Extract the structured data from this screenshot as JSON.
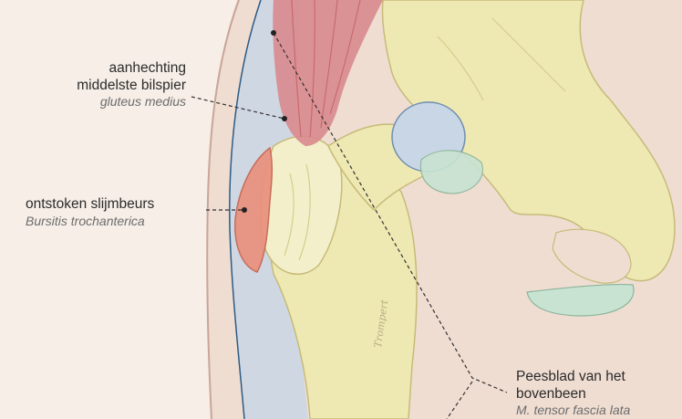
{
  "labels": {
    "gluteus": {
      "main_line1": "aanhechting",
      "main_line2": "middelste bilspier",
      "latin": "gluteus medius"
    },
    "bursa": {
      "main": "ontstoken slijmbeurs",
      "latin": "Bursitis trochanterica"
    },
    "fascia": {
      "main_line1": "Peesblad van het",
      "main_line2": "bovenbeen",
      "latin": "M. tensor fascia lata"
    }
  },
  "signature": "Trompert",
  "colors": {
    "background": "#f6eee7",
    "skin": "#efddd2",
    "bone": "#eee8b3",
    "bone_shadow": "#d6cd8c",
    "muscle": "#d98b8f",
    "muscle_dark": "#c2585e",
    "fascia": "#c9d6e6",
    "bursa": "#e9927f",
    "cartilage": "#c8e3d2",
    "leader": "#333333"
  }
}
